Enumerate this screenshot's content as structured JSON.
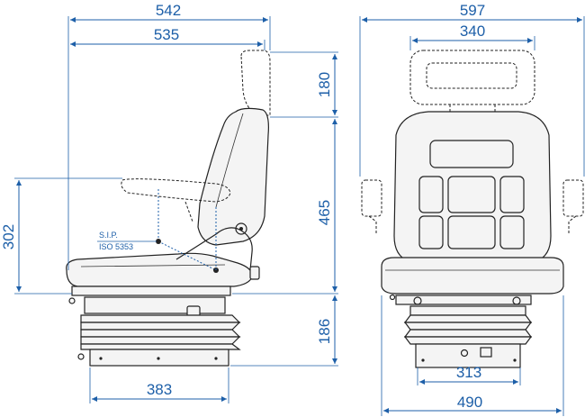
{
  "dimensions": {
    "side_total_width": "542",
    "side_seat_width": "535",
    "headrest_height": "180",
    "backrest_height": "465",
    "sip_height": "302",
    "suspension_height": "186",
    "base_width": "383",
    "front_total_width": "597",
    "headrest_width": "340",
    "rail_width": "313",
    "seat_width": "490"
  },
  "sip_label": {
    "line1": "S.I.P.",
    "line2": "ISO 5353"
  }
}
